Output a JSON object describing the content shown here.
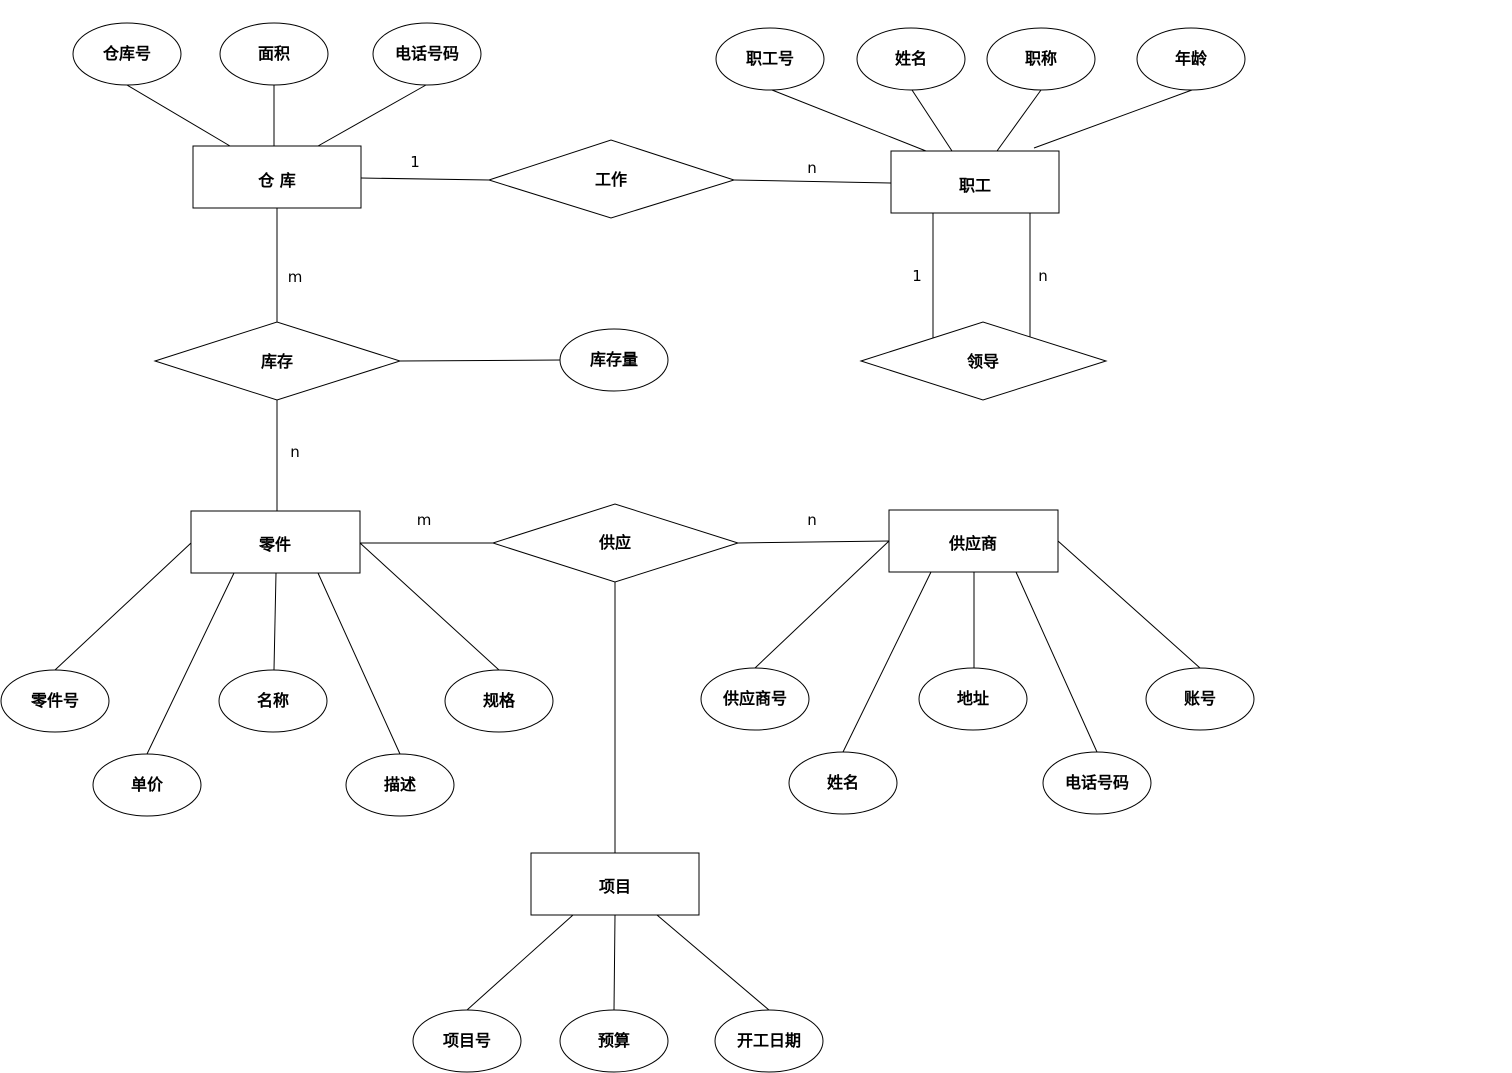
{
  "entities": {
    "warehouse": "仓 库",
    "employee": "职工",
    "part": "零件",
    "supplier": "供应商",
    "project": "项目"
  },
  "relationships": {
    "work": "工作",
    "stock": "库存",
    "lead": "领导",
    "supply": "供应"
  },
  "attributes": {
    "warehouse_no": "仓库号",
    "area": "面积",
    "warehouse_phone": "电话号码",
    "employee_no": "职工号",
    "employee_name": "姓名",
    "title": "职称",
    "age": "年龄",
    "stock_qty": "库存量",
    "part_no": "零件号",
    "unit_price": "单价",
    "part_name": "名称",
    "description": "描述",
    "spec": "规格",
    "supplier_no": "供应商号",
    "supplier_name": "姓名",
    "address": "地址",
    "supplier_phone": "电话号码",
    "account": "账号",
    "project_no": "项目号",
    "budget": "预算",
    "start_date": "开工日期"
  },
  "cardinalities": {
    "work_warehouse": "1",
    "work_employee": "n",
    "stock_warehouse": "m",
    "stock_part": "n",
    "lead_left": "1",
    "lead_right": "n",
    "supply_part": "m",
    "supply_supplier": "n"
  }
}
